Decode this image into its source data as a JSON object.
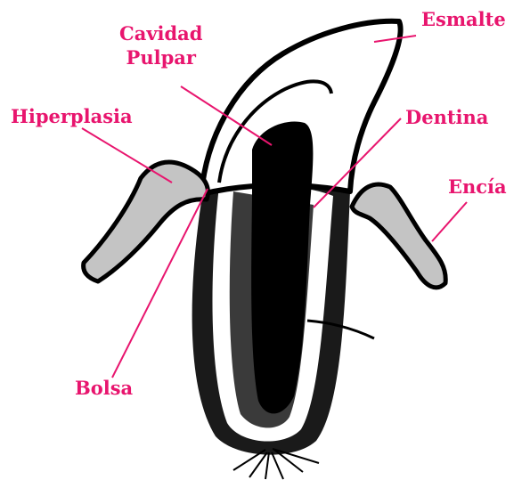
{
  "labels": {
    "cavidad_line1": "Cavidad",
    "cavidad_line2": "Pulpar",
    "esmalte": "Esmalte",
    "hiperplasia": "Hiperplasia",
    "dentina": "Dentina",
    "encia": "Encía",
    "bolsa": "Bolsa"
  },
  "colors": {
    "label": "#e8156e",
    "leader": "#e8156e",
    "outline": "#000000",
    "gum": "#c4c4c4",
    "pulp": "#000000"
  }
}
